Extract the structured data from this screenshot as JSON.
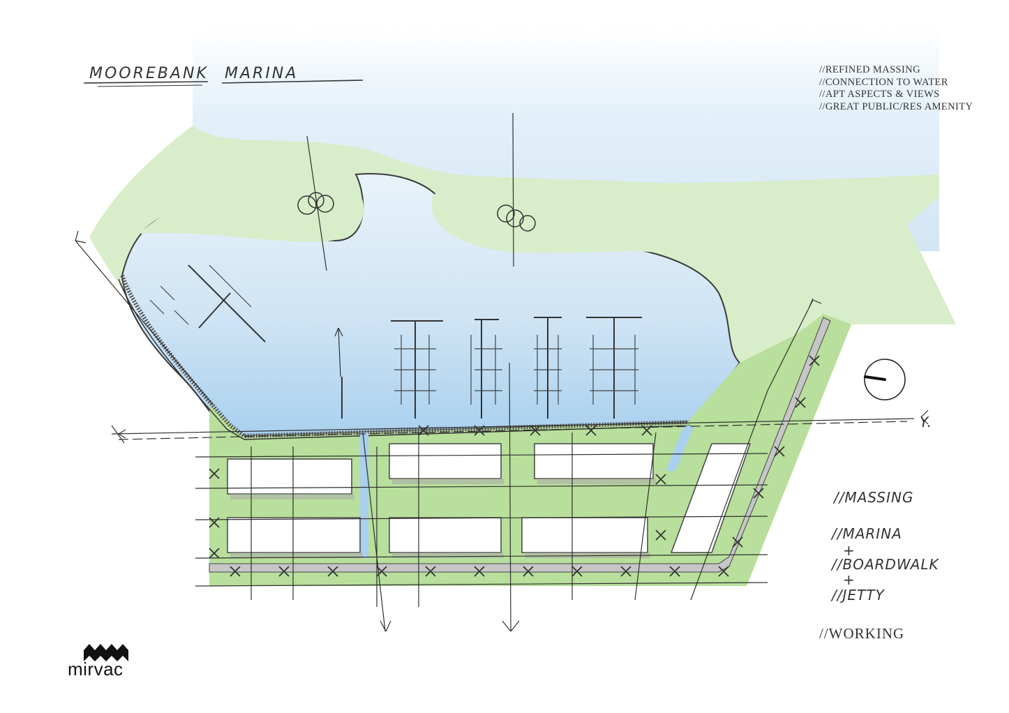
{
  "title": {
    "left": "MOOREBANK",
    "right": "MARINA"
  },
  "notes": [
    "//REFINED MASSING",
    "//CONNECTION TO WATER",
    "//APT ASPECTS & VIEWS",
    "//GREAT PUBLIC/RES AMENITY"
  ],
  "legend_hand": [
    "//MASSING",
    "//MARINA",
    "//BOARDWALK",
    "//JETTY"
  ],
  "legend_hand_joiners": [
    "+",
    "+",
    "+"
  ],
  "axis_label": "Y.",
  "status": "//WORKING",
  "logo": {
    "text": "mirvac"
  },
  "colors": {
    "water": "#cfe3f3",
    "water_deep": "#9ec9ea",
    "land": "#d5ebc6",
    "site_green": "#b9e09a",
    "road": "#c8c8c8",
    "ink": "#333333",
    "building": "#ffffff"
  }
}
